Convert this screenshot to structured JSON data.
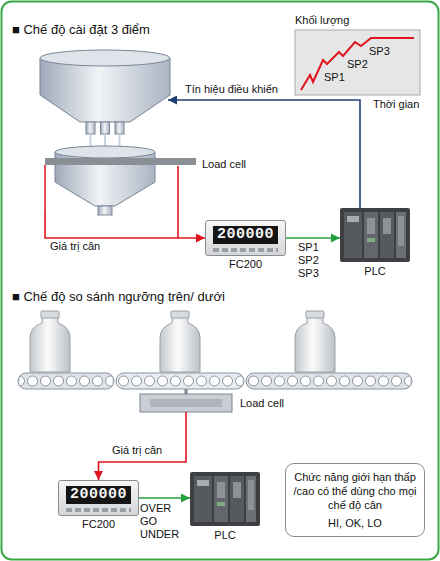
{
  "diagram": {
    "nodes": [
      {
        "text": [
          "Khối lượng",
          "SP1",
          "SP2",
          "SP3",
          "Thời gian"
        ]
      },
      {
        "text": [
          "Load cell"
        ]
      },
      {
        "text": [
          "200000",
          "FC200"
        ]
      },
      {
        "text": [
          "PLC"
        ]
      },
      {
        "text": [
          "Load cell"
        ]
      },
      {
        "text": [
          "200000",
          "FC200"
        ]
      },
      {
        "text": [
          "PLC"
        ]
      },
      {
        "text": [
          "Chức năng giới hạn thấp /cao có thể dùng cho mọi chế độ cân",
          "HI, OK, LO"
        ]
      }
    ],
    "edges": [
      {
        "from": 1,
        "to": 2,
        "arrow": "to",
        "label": "Giá trị cân"
      },
      {
        "from": 2,
        "to": 3,
        "arrow": "to",
        "label": "SP1 SP2 SP3"
      },
      {
        "from": 3,
        "to": 1,
        "arrow": "to",
        "label": "Tín hiệu điều khiển"
      },
      {
        "from": 4,
        "to": 5,
        "arrow": "to",
        "label": "Giá trị cân"
      },
      {
        "from": 5,
        "to": 6,
        "arrow": "to",
        "label": "OVER GO UNDER"
      }
    ],
    "labels": [
      "■ Chế độ cài đặt 3 điểm",
      "■ Chế độ so sánh ngưỡng trên/ dưới"
    ]
  }
}
